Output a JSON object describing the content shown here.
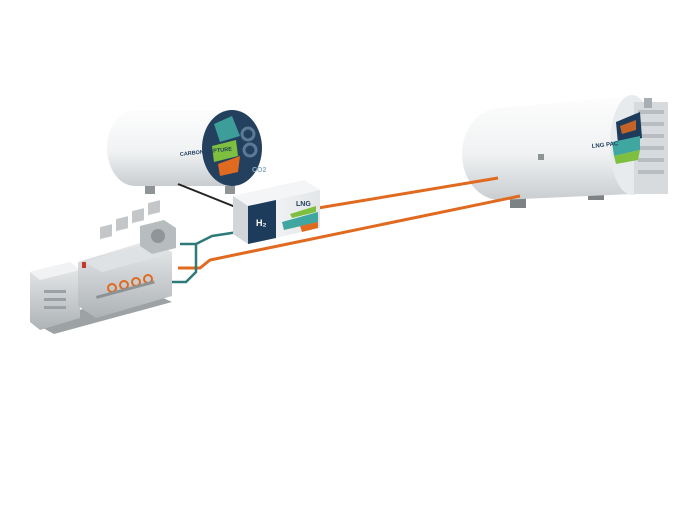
{
  "tanks": {
    "carbon": {
      "label": "CARBON CAPTURE",
      "emblem": "CO2"
    },
    "lng": {
      "label": "LNG PAC"
    }
  },
  "module": {
    "h2_label": "H₂",
    "lng_label": "LNG"
  },
  "colors": {
    "lng_pipe": "#e06a1f",
    "h2_pipe": "#2e7a78",
    "co2_pipe": "#222222",
    "navy": "#1d3c5c",
    "teal": "#3fa7a0",
    "green": "#7ebf3f",
    "orange": "#e06a1f"
  }
}
